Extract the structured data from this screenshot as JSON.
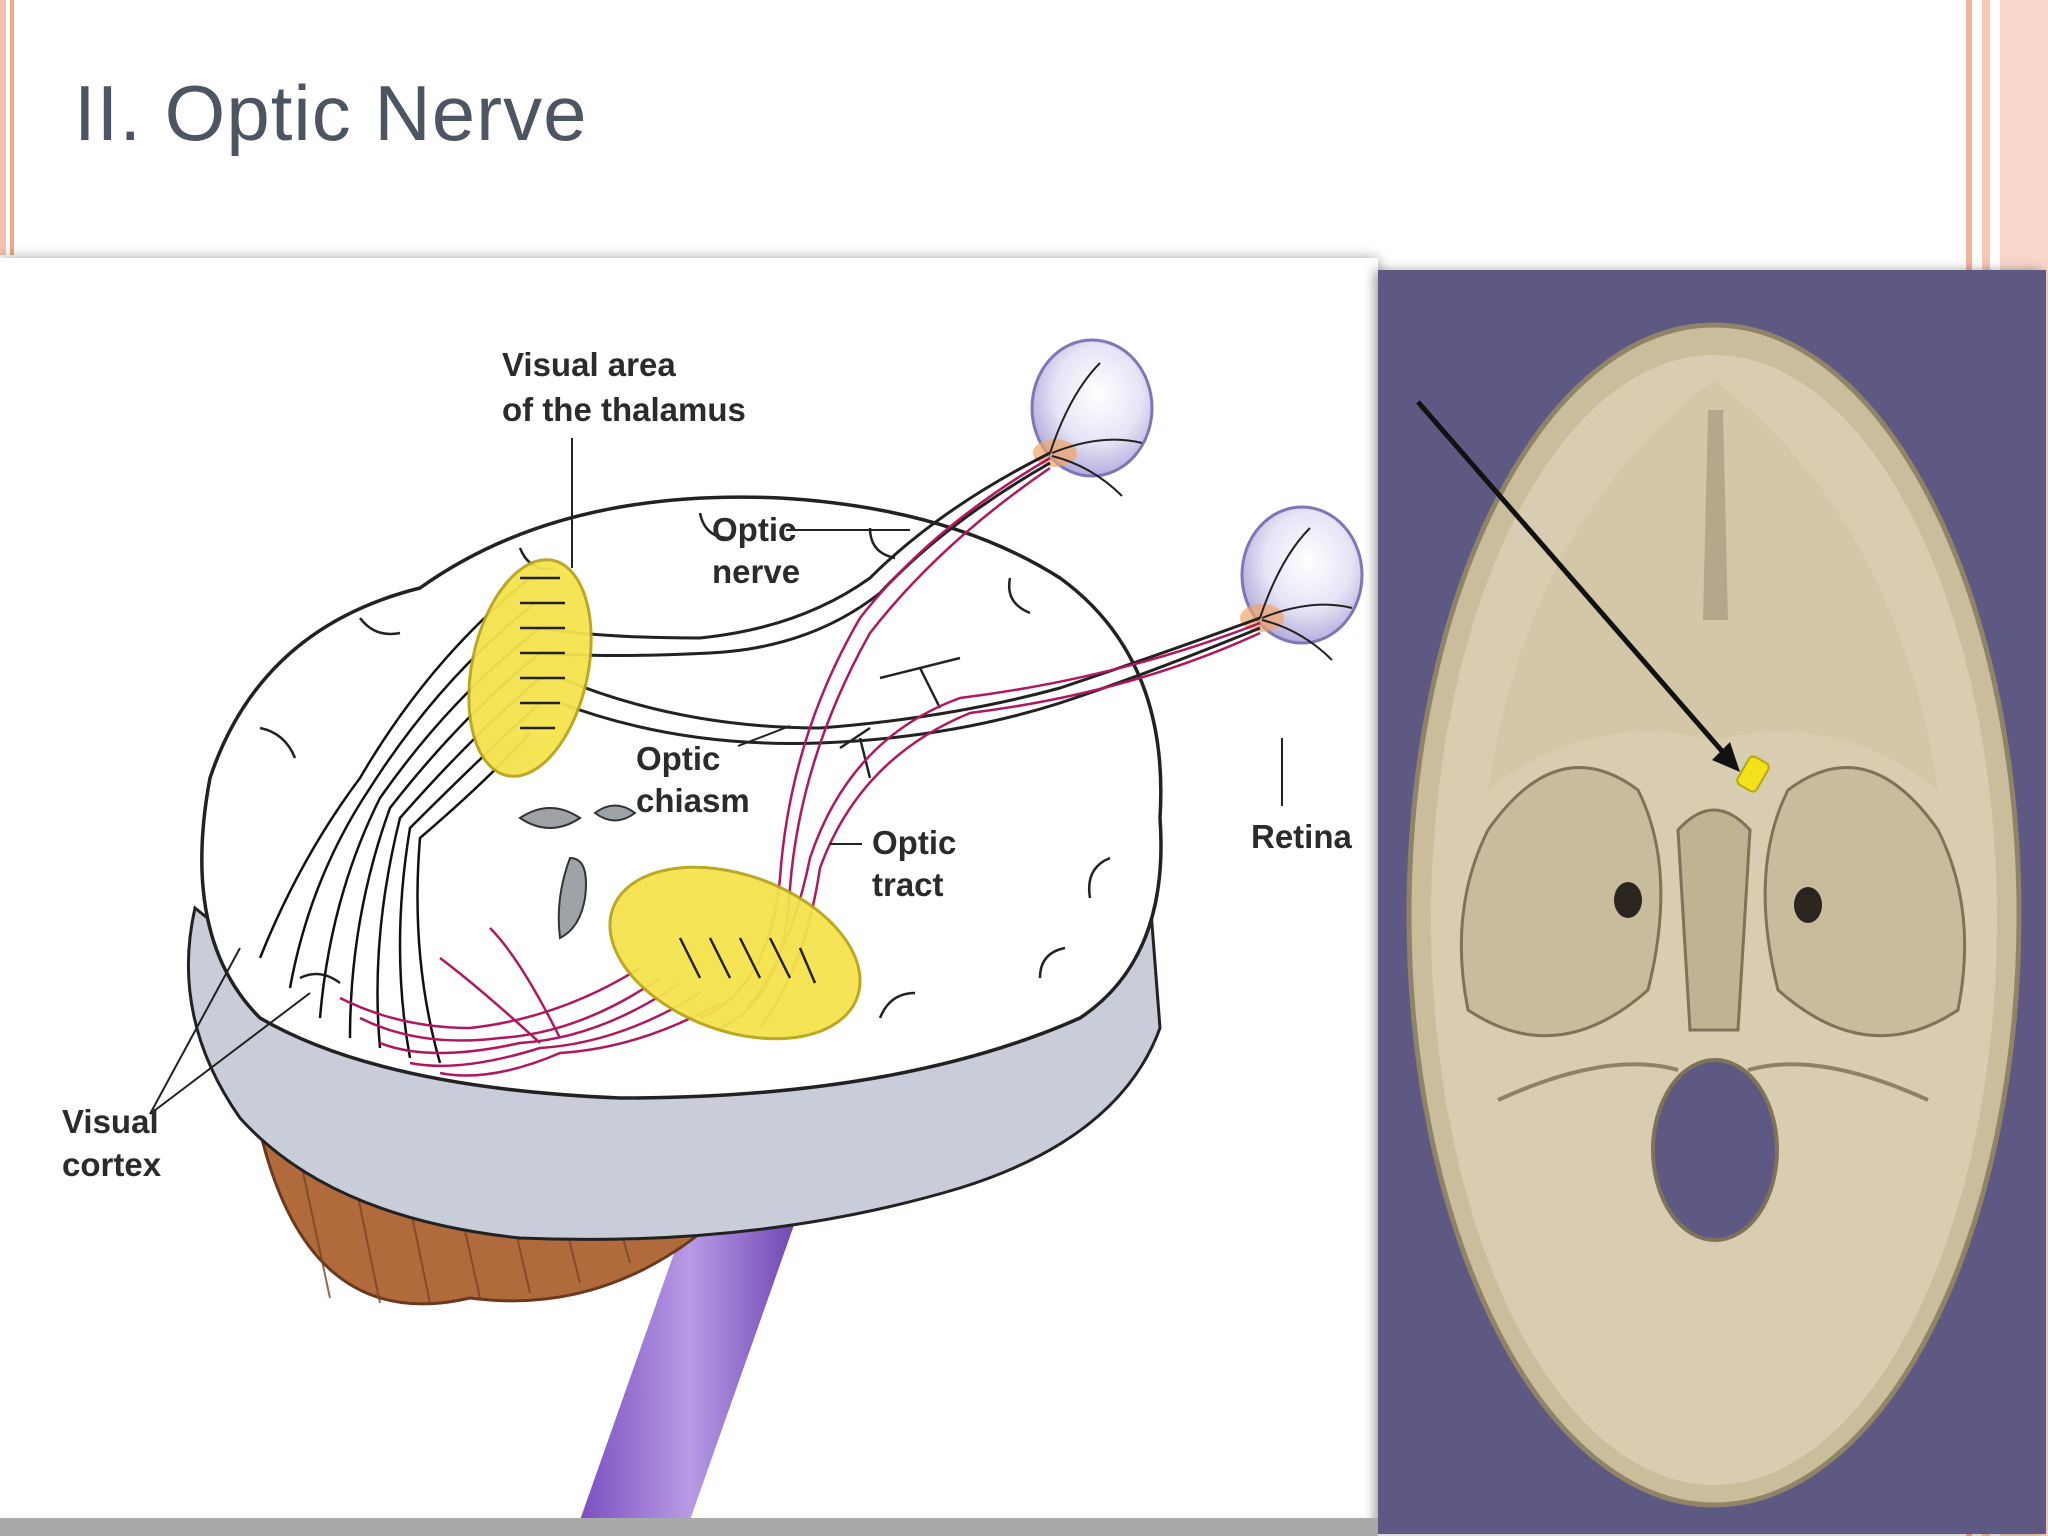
{
  "slide": {
    "title": "II. Optic Nerve"
  },
  "brain_diagram": {
    "labels": {
      "thalamus_line1": "Visual area",
      "thalamus_line2": "of the thalamus",
      "optic_nerve_line1": "Optic",
      "optic_nerve_line2": "nerve",
      "optic_chiasm_line1": "Optic",
      "optic_chiasm_line2": "chiasm",
      "optic_tract_line1": "Optic",
      "optic_tract_line2": "tract",
      "retina": "Retina",
      "visual_cortex_line1": "Visual",
      "visual_cortex_line2": "cortex"
    }
  },
  "colors": {
    "title": "#4d5462",
    "nerve_fibers": "#b0175f",
    "thalamus": "#f5e34d",
    "skull_background": "#5e5983",
    "marker": "#f3e21a"
  }
}
